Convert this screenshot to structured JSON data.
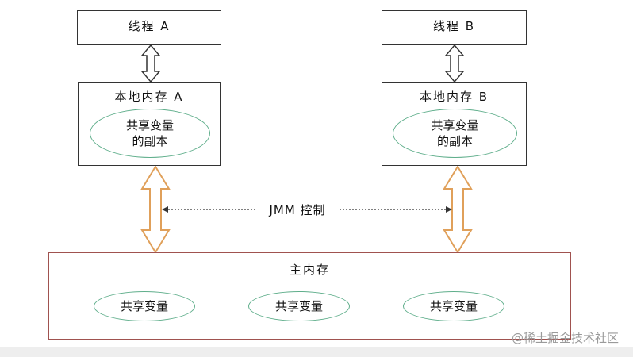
{
  "thread_a": {
    "label": "线程 A"
  },
  "thread_b": {
    "label": "线程 B"
  },
  "local_a": {
    "label": "本地内存 A",
    "copy_line1": "共享变量",
    "copy_line2": "的副本"
  },
  "local_b": {
    "label": "本地内存 B",
    "copy_line1": "共享变量",
    "copy_line2": "的副本"
  },
  "jmm": {
    "label": "JMM 控制"
  },
  "main_memory": {
    "label": "主内存",
    "variables": [
      "共享变量",
      "共享变量",
      "共享变量"
    ]
  },
  "watermark": {
    "text": "@稀土掘金技术社区"
  },
  "colors": {
    "line": "#333333",
    "ellipse": "#5fae8b",
    "orange_arrow": "#e0a05a",
    "main_border": "#a0524f"
  }
}
